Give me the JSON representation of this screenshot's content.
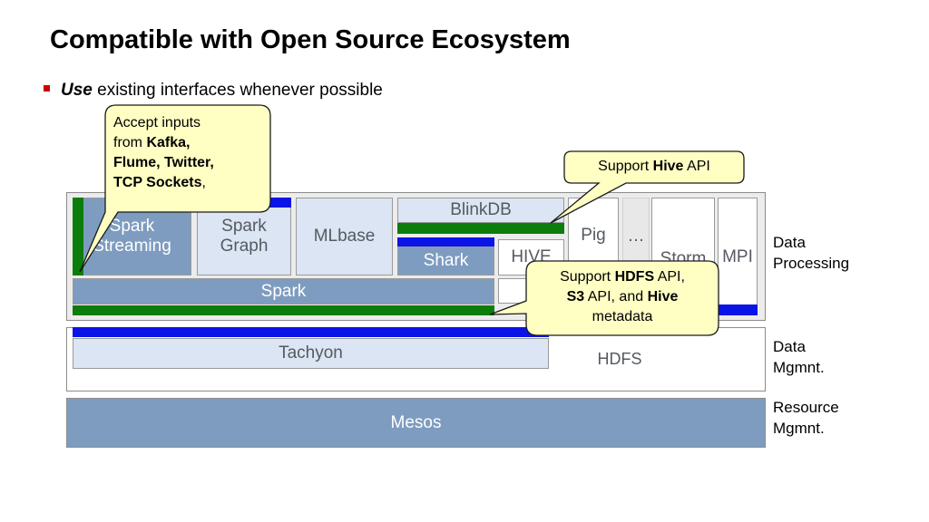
{
  "title": "Compatible with Open Source Ecosystem",
  "bullet": {
    "emphasis": "Use",
    "rest": " existing interfaces whenever possible"
  },
  "stack": {
    "spark_streaming": "Spark\nStreaming",
    "spark_graph": "Spark\nGraph",
    "mlbase": "MLbase",
    "blinkdb": "BlinkDB",
    "shark": "Shark",
    "hive": "HIVE",
    "pig": "Pig",
    "ellipsis": "…",
    "storm": "Storm",
    "mpi": "MPI",
    "spark": "Spark",
    "tachyon": "Tachyon",
    "hdfs": "HDFS",
    "mesos": "Mesos"
  },
  "layers": {
    "data_processing": "Data\nProcessing",
    "data_mgmt": "Data\nMgmnt.",
    "resource_mgmt": "Resource\nMgmnt."
  },
  "callouts": {
    "inputs": {
      "line1": "Accept inputs",
      "line2a": "from ",
      "line2b": "Kafka,",
      "line3": "Flume, Twitter,",
      "line4": "TCP Sockets",
      "line4b": ","
    },
    "hive_api": {
      "a": "Support ",
      "b": "Hive",
      "c": " API"
    },
    "hdfs_api": {
      "a": "Support ",
      "b": "HDFS",
      "c": " API,",
      "d": "S3",
      "e": " API, and ",
      "f": "Hive",
      "g": "metadata"
    }
  },
  "colors": {
    "light_box": "#dbe5f3",
    "steel_box": "#7e9cc0",
    "blue_bar": "#0a14e6",
    "green_bar": "#0b7d0b",
    "callout_fill": "#ffffc4",
    "bullet": "#cc0000"
  }
}
